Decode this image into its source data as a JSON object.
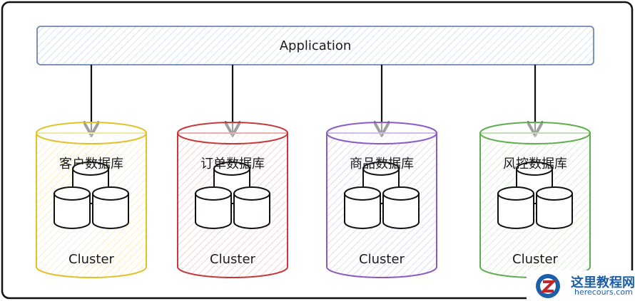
{
  "application": {
    "label": "Application"
  },
  "databases": [
    {
      "title": "客户数据库",
      "cluster_label": "Cluster",
      "color": "#e2c12a",
      "hatch": "#f2e5a0"
    },
    {
      "title": "订单数据库",
      "cluster_label": "Cluster",
      "color": "#c43a3a",
      "hatch": "#ecb7b7"
    },
    {
      "title": "商品数据库",
      "cluster_label": "Cluster",
      "color": "#8a5bc4",
      "hatch": "#d3c2ea"
    },
    {
      "title": "风控数据库",
      "cluster_label": "Cluster",
      "color": "#5fae4e",
      "hatch": "#c6e3bd"
    }
  ],
  "colors": {
    "application_border": "#6b86b6",
    "application_hatch": "#c4d1ea",
    "arrow": "#111111",
    "frame": "#111111"
  },
  "watermark": {
    "name": "这里教程网",
    "url": "herecours.com"
  }
}
